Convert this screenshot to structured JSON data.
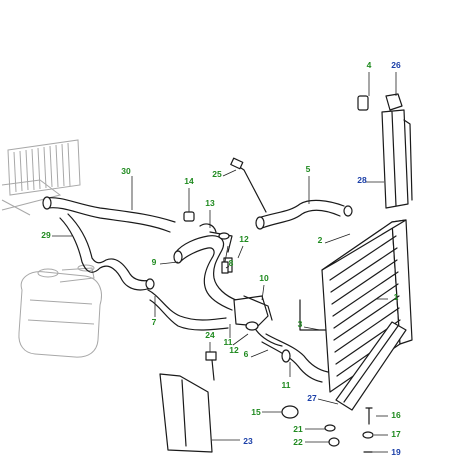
{
  "colors": {
    "callout_green": "#1f8a1f",
    "callout_blue": "#1b3fa8",
    "line": "#1a1a1a",
    "ghost": "#a8a8a8"
  },
  "callouts": [
    {
      "id": "c1",
      "label": "1",
      "color": "green"
    },
    {
      "id": "c2",
      "label": "2",
      "color": "green"
    },
    {
      "id": "c3",
      "label": "3",
      "color": "green"
    },
    {
      "id": "c4",
      "label": "4",
      "color": "green"
    },
    {
      "id": "c5",
      "label": "5",
      "color": "green"
    },
    {
      "id": "c6",
      "label": "6",
      "color": "green"
    },
    {
      "id": "c7",
      "label": "7",
      "color": "green"
    },
    {
      "id": "c8",
      "label": "8",
      "color": "green"
    },
    {
      "id": "c9",
      "label": "9",
      "color": "green"
    },
    {
      "id": "c10",
      "label": "10",
      "color": "green"
    },
    {
      "id": "c11a",
      "label": "11",
      "color": "green"
    },
    {
      "id": "c11b",
      "label": "11",
      "color": "green"
    },
    {
      "id": "c12a",
      "label": "12",
      "color": "green"
    },
    {
      "id": "c12b",
      "label": "12",
      "color": "green"
    },
    {
      "id": "c13",
      "label": "13",
      "color": "green"
    },
    {
      "id": "c14",
      "label": "14",
      "color": "green"
    },
    {
      "id": "c15",
      "label": "15",
      "color": "green"
    },
    {
      "id": "c16",
      "label": "16",
      "color": "green"
    },
    {
      "id": "c17",
      "label": "17",
      "color": "green"
    },
    {
      "id": "c19",
      "label": "19",
      "color": "blue"
    },
    {
      "id": "c21",
      "label": "21",
      "color": "green"
    },
    {
      "id": "c22",
      "label": "22",
      "color": "green"
    },
    {
      "id": "c23",
      "label": "23",
      "color": "blue"
    },
    {
      "id": "c24",
      "label": "24",
      "color": "green"
    },
    {
      "id": "c25",
      "label": "25",
      "color": "green"
    },
    {
      "id": "c26",
      "label": "26",
      "color": "blue"
    },
    {
      "id": "c27",
      "label": "27",
      "color": "blue"
    },
    {
      "id": "c28",
      "label": "28",
      "color": "blue"
    },
    {
      "id": "c29",
      "label": "29",
      "color": "green"
    },
    {
      "id": "c30",
      "label": "30",
      "color": "green"
    }
  ]
}
